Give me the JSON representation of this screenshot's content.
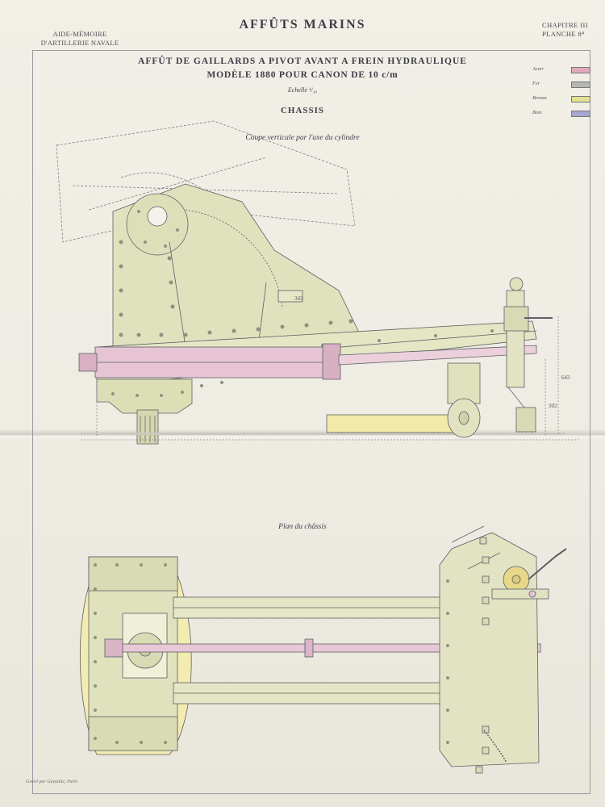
{
  "header": {
    "left_line1": "AIDE-MÉMOIRE",
    "left_line2": "D'ARTILLERIE NAVALE",
    "title": "AFFÛTS MARINS",
    "right_line1": "CHAPITRE III",
    "right_line2": "PLANCHE 8⁴"
  },
  "plate": {
    "title_line1": "AFFÛT DE GAILLARDS A PIVOT AVANT A FREIN HYDRAULIQUE",
    "title_line2": "MODÈLE 1880 POUR CANON DE 10 c/m",
    "scale": "Echelle ¹/₁₀",
    "section": "CHASSIS",
    "caption_top": "Coupe verticale par l'axe du cylindre",
    "caption_bottom": "Plan du châssis"
  },
  "legend": [
    {
      "label": "Acier",
      "color": "#e2a9bd"
    },
    {
      "label": "Fer",
      "color": "#b5b7b2"
    },
    {
      "label": "Bronze",
      "color": "#e3e08f"
    },
    {
      "label": "Bois",
      "color": "#a6a8d2"
    }
  ],
  "dimensions": {
    "d1": "643",
    "d2": "302",
    "d3": "342"
  },
  "footer": "Gravé par Geyonlie, Paris",
  "colors": {
    "iron_fill": "#dfe2bd",
    "bronze_fill": "#eeedb4",
    "steel_fill": "#e4bfd0",
    "ink": "#5e5e66",
    "wood": "#f3e9a8"
  }
}
